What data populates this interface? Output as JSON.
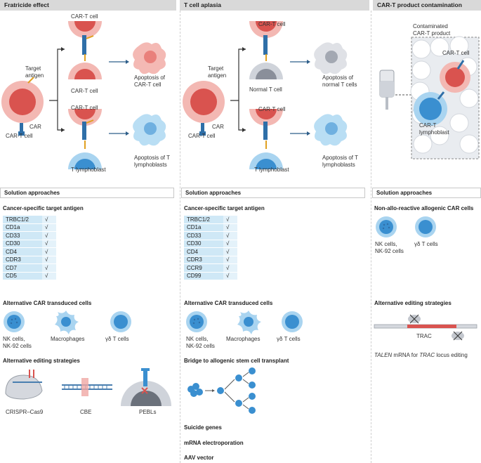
{
  "headers": [
    "Fratricide effect",
    "T cell aplasia",
    "CAR-T product contamination"
  ],
  "panel1": {
    "car_t_top": "CAR-T cell",
    "car_t_bottom": "CAR-T cell",
    "car_t_mid": "CAR-T cell",
    "target_antigen": "Target antigen",
    "car": "CAR",
    "car_t_left": "CAR-T cell",
    "t_lymphoblast": "T lymphoblast",
    "apoptosis_cart": "Apoptosis of CAR-T cell",
    "apoptosis_tl": "Apoptosis of T lymphoblasts"
  },
  "panel2": {
    "car_t_top": "CAR-T cell",
    "normal_t": "Normal T cell",
    "car_t_mid": "CAR-T cell",
    "target_antigen": "Target antigen",
    "car": "CAR",
    "car_t_left": "CAR-T cell",
    "t_lymphoblast": "T lymphoblast",
    "apoptosis_normal": "Apoptosis of normal T cells",
    "apoptosis_tl": "Apoptosis of T lymphoblasts"
  },
  "panel3": {
    "contaminated": "Contaminated CAR-T product",
    "car_t": "CAR-T cell",
    "car_t_lymphoblast": "CAR-T lymphoblast"
  },
  "solution_label": "Solution approaches",
  "col1": {
    "target_title": "Cancer-specific target antigen",
    "antigens": [
      "TRBC1/2",
      "CD1a",
      "CD33",
      "CD30",
      "CD4",
      "CDR3",
      "CD7",
      "CD5"
    ],
    "check": "√",
    "alt_car_title": "Alternative CAR transduced cells",
    "nk": "NK cells, NK-92 cells",
    "macrophages": "Macrophages",
    "gd": "γδ T cells",
    "alt_edit_title": "Alternative editing strategies",
    "crispr": "CRISPR–Cas9",
    "cbe": "CBE",
    "pebls": "PEBLs"
  },
  "col2": {
    "target_title": "Cancer-specific target antigen",
    "antigens": [
      "TRBC1/2",
      "CD1a",
      "CD33",
      "CD30",
      "CD4",
      "CDR3",
      "CCR9",
      "CD99"
    ],
    "check": "√",
    "alt_car_title": "Alternative CAR transduced cells",
    "nk": "NK cells, NK-92 cells",
    "macrophages": "Macrophages",
    "gd": "γδ T cells",
    "bridge": "Bridge to allogenic stem cell transplant",
    "suicide": "Suicide genes",
    "mrna": "mRNA electroporation",
    "aav": "AAV vector"
  },
  "col3": {
    "non_allo": "Non-allo-reactive allogenic CAR cells",
    "nk": "NK cells, NK-92 cells",
    "gd": "γδ T cells",
    "alt_edit_title": "Alternative editing strategies",
    "trac": "TRAC",
    "talen_a": "TALEN",
    "talen_b": " mRNA for ",
    "talen_c": "TRAC",
    "talen_d": " locus editing"
  },
  "colors": {
    "car_t_red": "#d9534f",
    "lymphoblast_blue": "#3a8fd0",
    "normal_grey": "#8a8f9a",
    "header_grey": "#d9d9d9",
    "table_blue": "#cfe8f6"
  }
}
